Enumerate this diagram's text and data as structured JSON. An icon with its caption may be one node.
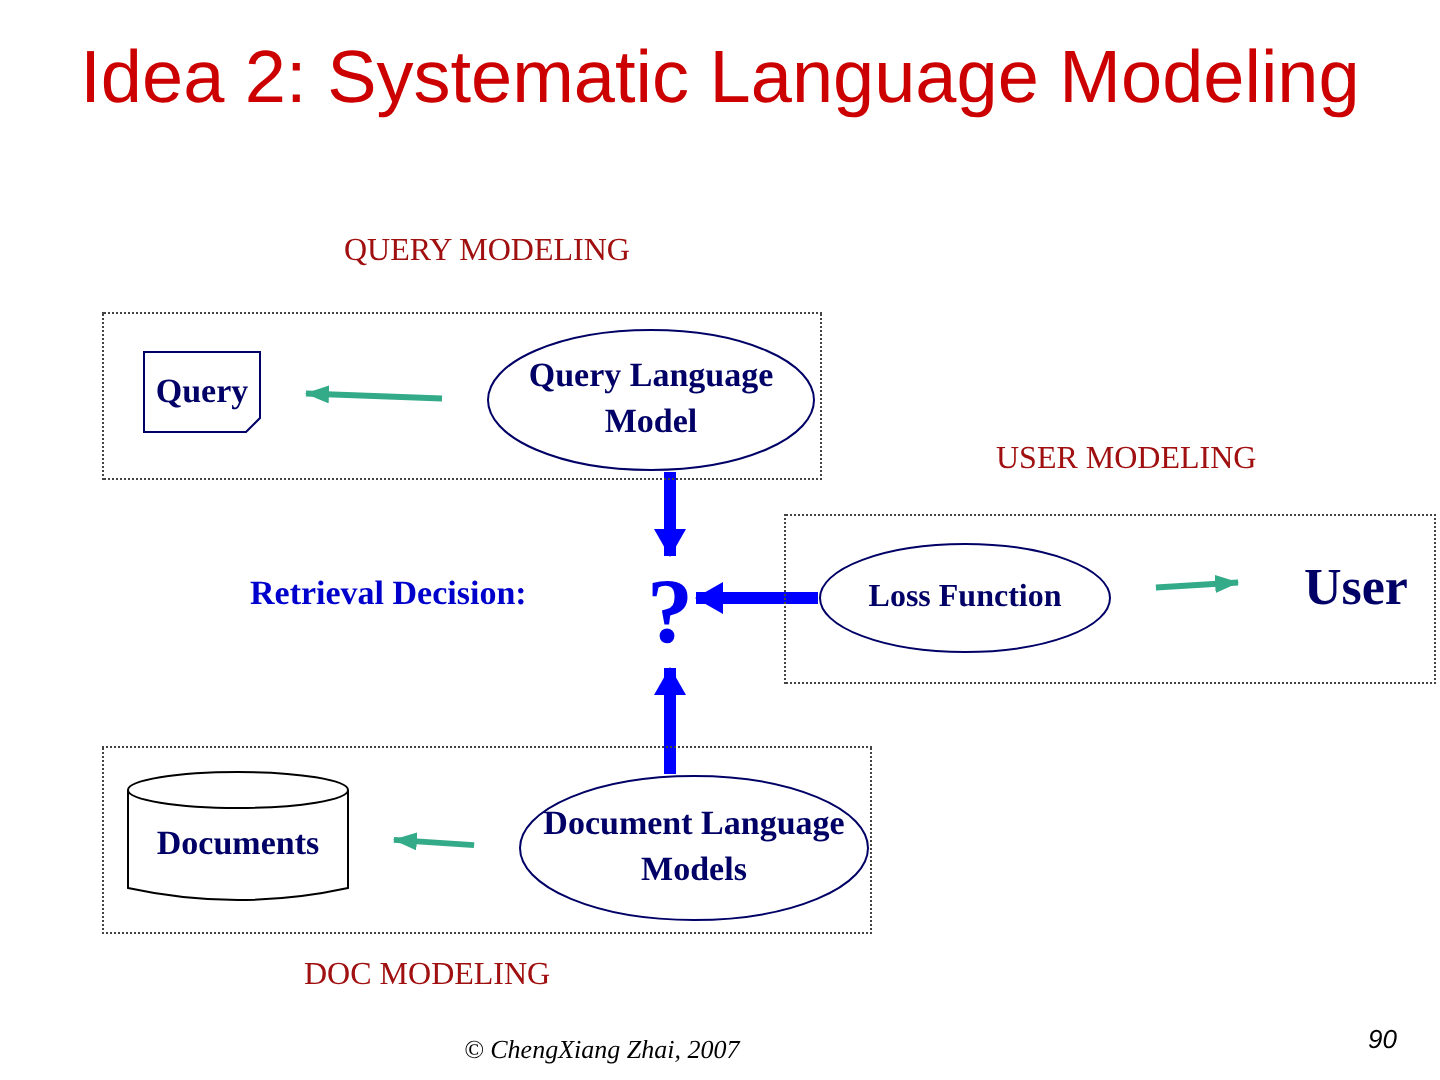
{
  "diagram": {
    "title": "Idea 2: Systematic Language Modeling",
    "nodes": [
      {
        "text": [
          "QUERY MODELING"
        ]
      },
      {
        "text": [
          "Query"
        ],
        "in": 0
      },
      {
        "text": [
          "Query Language Model"
        ],
        "in": 0
      },
      {
        "text": [
          "USER MODELING"
        ]
      },
      {
        "text": [
          "Loss Function"
        ],
        "in": 3
      },
      {
        "text": [
          "User"
        ],
        "in": 3
      },
      {
        "text": [
          "?"
        ]
      },
      {
        "text": [
          "DOC MODELING"
        ]
      },
      {
        "text": [
          "Documents"
        ],
        "in": 7
      },
      {
        "text": [
          "Document Language Models"
        ],
        "in": 7
      }
    ],
    "edges": [
      {
        "from": 2,
        "to": 1,
        "arrow": "to"
      },
      {
        "from": 2,
        "to": 6,
        "arrow": "to",
        "style": "thick",
        "color": "#0000ff"
      },
      {
        "from": 4,
        "to": 6,
        "arrow": "to",
        "style": "thick",
        "color": "#0000ff"
      },
      {
        "from": 4,
        "to": 5,
        "arrow": "to"
      },
      {
        "from": 9,
        "to": 6,
        "arrow": "to",
        "style": "thick",
        "color": "#0000ff"
      },
      {
        "from": 9,
        "to": 8,
        "arrow": "to"
      }
    ],
    "labels": [
      "Retrieval Decision:",
      "© ChengXiang Zhai, 2007",
      "90"
    ]
  }
}
